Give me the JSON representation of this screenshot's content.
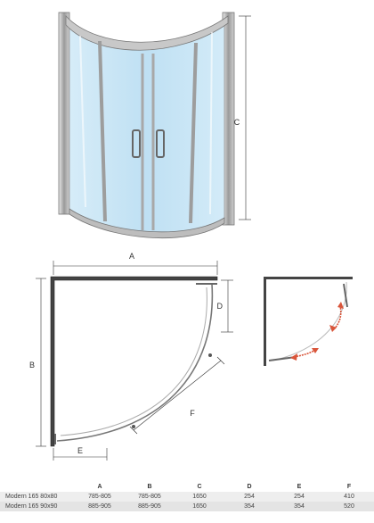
{
  "dimension_labels": {
    "a": "A",
    "b": "B",
    "c": "C",
    "d": "D",
    "e": "E",
    "f": "F"
  },
  "table": {
    "headers": [
      "A",
      "B",
      "C",
      "D",
      "E",
      "F"
    ],
    "rows": [
      {
        "name": "Modern 165 80x80",
        "values": [
          "785-805",
          "785-805",
          "1650",
          "254",
          "254",
          "410"
        ]
      },
      {
        "name": "Modern 165 90x90",
        "values": [
          "885-905",
          "885-905",
          "1650",
          "354",
          "354",
          "520"
        ]
      }
    ]
  },
  "colors": {
    "glass": "#c9e4f4",
    "frame": "#8a8a8a",
    "arrow": "#d9553a",
    "line": "#333333"
  }
}
